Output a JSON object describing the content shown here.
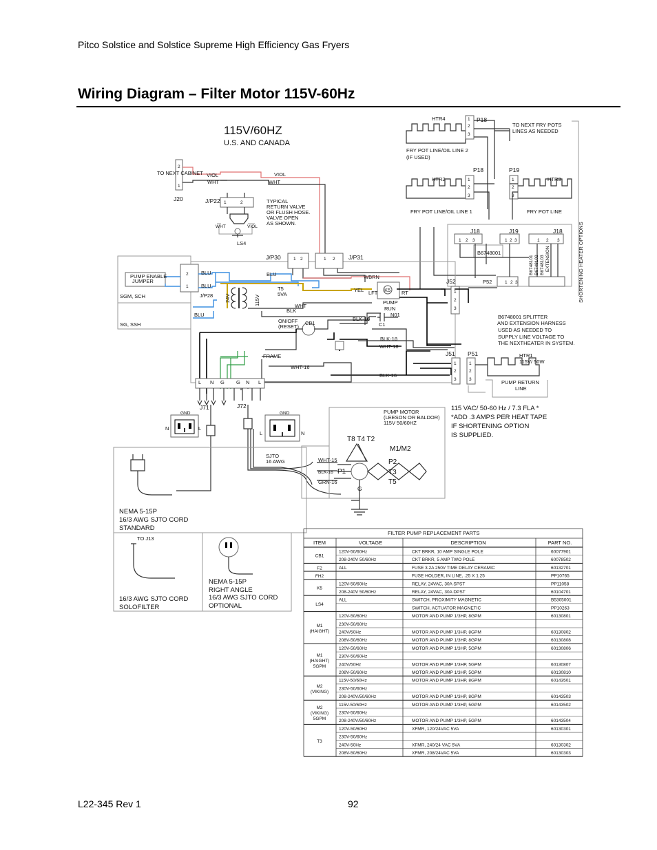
{
  "header": "Pitco Solstice and Solstice Supreme High Efficiency Gas Fryers",
  "title": "Wiring Diagram – Filter Motor 115V-60Hz",
  "footer": {
    "doc": "L22-345 Rev 1",
    "page": "92"
  },
  "diagram": {
    "voltage_title": "115V/60HZ",
    "region": "U.S. AND CANADA",
    "labels": {
      "htr4": "HTR4",
      "p18a": "P18",
      "to_next": "TO NEXT FRY POTS",
      "lines_needed": "LINES AS NEEDED",
      "fry_line2": "FRY POT LINE/OIL LINE 2",
      "if_used": "(IF USED)",
      "p18b": "P18",
      "p19": "P19",
      "htr2": "HTR2",
      "htr3": "HTR3",
      "fry_line1": "FRY POT LINE/OIL LINE 1",
      "fry_line": "FRY POT LINE",
      "to_next_cabinet": "TO NEXT CABINET",
      "j20": "J20",
      "jp22": "J/P22",
      "viol": "VIOL",
      "wht": "WHT",
      "typical": "TYPICAL",
      "return_valve": "RETURN VALVE",
      "flush_hose": "OR FLUSH HOSE.",
      "valve_open": "VALVE OPEN",
      "as_shown": "AS SHOWN.",
      "ls4": "LS4",
      "j18": "J18",
      "j19": "J19",
      "b6748001": "B6748001",
      "b6748101": "B6748101",
      "b6748102": "B6748102",
      "b6748103": "B6748103",
      "extension": "EXTENSION",
      "shortening": "SHORTENING HEATER OPTIONS",
      "jp30": "J/P30",
      "jp31": "J/P31",
      "pump_enable": "PUMP ENABLE",
      "jumper": "JUMPER",
      "sgm_sch": "SGM, SCH",
      "sg_ssh": "SG, SSH",
      "blu": "BLU",
      "jp28": "J/P28",
      "wbrn": "WBRN",
      "t5": "T5",
      "va5": "5VA",
      "yel": "YEL",
      "lft": "LFT",
      "rt": "RT",
      "k5": "K5",
      "pump_run": "PUMP",
      "run": "RUN",
      "c1": "C1",
      "n01": "N01",
      "v24": "24V",
      "v115": "115V",
      "blk": "BLK",
      "on_off": "ON/OFF",
      "reset": "(RESET)",
      "cb1": "CB1",
      "blk16": "BLK-16",
      "blk18": "BLK-18",
      "wht18": "WHT-18",
      "p52": "P52",
      "j52": "J52",
      "splitter": "B6748001 SPLITTER",
      "harness": "AND EXTENSION HARNESS",
      "used_as": "USED AS NEEDED TO",
      "supply": "SUPPLY LINE VOLTAGE TO",
      "next_heater": "THE NEXTHEATER IN SYSTEM.",
      "frame": "FRAME",
      "wht16": "WHT-16",
      "j51": "J51",
      "p51": "P51",
      "htr1": "HTR1",
      "htr1_rating": "115V/ 50W",
      "pump_return": "PUMP RETURN",
      "line": "LINE",
      "l": "L",
      "n": "N",
      "g": "G",
      "j71": "J71",
      "j72": "J72",
      "gnd": "GND",
      "pump_motor": "PUMP MOTOR",
      "leeson": "(LEESON OR BALDOR)",
      "motor_rating": "115V 50/60HZ",
      "fla": "115 VAC/ 50-60 Hz / 7.3 FLA *",
      "add": "*ADD .3 AMPS PER HEAT TAPE",
      "if_short": "IF SHORTENING OPTION",
      "supplied": "IS SUPPLIED.",
      "t8t4t2": "T8 T4 T2",
      "m1m2": "M1/M2",
      "p2": "P2",
      "t3": "T3",
      "t5m": "T5",
      "p1": "P1",
      "sjto": "SJTO",
      "awg16": "16 AWG",
      "wht15": "WHT-15",
      "grn16": "GRN-16",
      "nema_std1": "NEMA 5-15P",
      "nema_std2": "16/3 AWG SJTO CORD",
      "nema_std3": "STANDARD",
      "to_j13": "TO J13",
      "solo1": "16/3 AWG SJTO CORD",
      "solo2": "SOLOFILTER",
      "nema_ra1": "NEMA 5-15P",
      "nema_ra2": "RIGHT ANGLE",
      "nema_ra3": "16/3 AWG SJTO CORD",
      "nema_ra4": "OPTIONAL"
    }
  },
  "parts_table": {
    "title": "FILTER PUMP REPLACEMENT PARTS",
    "headers": [
      "ITEM",
      "VOLTAGE",
      "DESCRIPTION",
      "PART NO."
    ],
    "groups": [
      {
        "item": [
          "CB1"
        ],
        "rows": [
          [
            "120V-50/60Hz",
            "CKT BRKR, 10 AMP SINGLE POLE",
            "60077901"
          ],
          [
            "208-240V 50/60Hz",
            "CKT BRKR, 5 AMP TWO POLE",
            "60078502"
          ]
        ]
      },
      {
        "item": [
          "F2"
        ],
        "rows": [
          [
            "ALL",
            "FUSE 3.2A 250V TIME DELAY CERAMIC",
            "60132701"
          ]
        ]
      },
      {
        "item": [
          "FH2"
        ],
        "rows": [
          [
            "",
            "FUSE HOLDER, IN LINE, .25 X 1.25",
            "PP10765"
          ]
        ]
      },
      {
        "item": [
          "K5"
        ],
        "rows": [
          [
            "120V-50/60Hz",
            "RELAY, 24VAC, 30A SPST",
            "PP11058"
          ],
          [
            "208-240V 50/60Hz",
            "RELAY, 24VAC, 30A DPST",
            "60104701"
          ]
        ]
      },
      {
        "item": [
          "LS4"
        ],
        "rows": [
          [
            "ALL",
            "SWITCH, PROXIMITY MAGNETIC",
            "B5305001"
          ],
          [
            "",
            "SWITCH, ACTUATOR MAGNETIC",
            "PP10263"
          ]
        ]
      },
      {
        "item": [
          "M1",
          "(HAIGHT)"
        ],
        "rows": [
          [
            "120V-50/60Hz",
            "MOTOR AND PUMP 1/3HP, 8GPM",
            "60130801"
          ],
          [
            "230V-50/60Hz",
            "",
            ""
          ],
          [
            "240V/50Hz",
            "MOTOR AND PUMP 1/3HP, 8GPM",
            "60130802"
          ],
          [
            "208V-50/60Hz",
            "MOTOR AND PUMP 1/3HP, 8GPM",
            "60130808"
          ]
        ]
      },
      {
        "item": [
          "M1",
          "(HAIGHT)",
          "5GPM"
        ],
        "rows": [
          [
            "120V-50/60Hz",
            "MOTOR AND PUMP 1/3HP, 5GPM",
            "60130806"
          ],
          [
            "230V-50/60Hz",
            "",
            ""
          ],
          [
            "240V/50Hz",
            "MOTOR AND PUMP 1/3HP, 5GPM",
            "60130807"
          ],
          [
            "208V-50/60Hz",
            "MOTOR AND PUMP 1/3HP, 5GPM",
            "60130810"
          ]
        ]
      },
      {
        "item": [
          "M2",
          "(VIKING)"
        ],
        "rows": [
          [
            "115V-50/60Hz",
            "MOTOR AND PUMP 1/3HP, 8GPM",
            "60143501"
          ],
          [
            "230V-50/60Hz",
            "",
            ""
          ],
          [
            "208-240V/50/60Hz",
            "MOTOR AND PUMP 1/3HP, 8GPM",
            "60143503"
          ]
        ]
      },
      {
        "item": [
          "M2",
          "(VIKING)",
          "5GPM"
        ],
        "rows": [
          [
            "115V-50/60Hz",
            "MOTOR AND PUMP 1/3HP, 5GPM",
            "60143502"
          ],
          [
            "230V-50/60Hz",
            "",
            ""
          ],
          [
            "208-240V/50/60Hz",
            "MOTOR AND PUMP 1/3HP, 5GPM",
            "60143504"
          ]
        ]
      },
      {
        "item": [
          "T3"
        ],
        "rows": [
          [
            "120V-50/60Hz",
            "XFMR, 120/24VAC 5VA",
            "60130301"
          ],
          [
            "230V-50/60Hz",
            "",
            ""
          ],
          [
            "240V-50Hz",
            "XFMR, 240/24 VAC 5VA",
            "60130302"
          ],
          [
            "208V-50/60Hz",
            "XFMR, 208/24VAC 5VA",
            "60130303"
          ]
        ]
      }
    ]
  }
}
